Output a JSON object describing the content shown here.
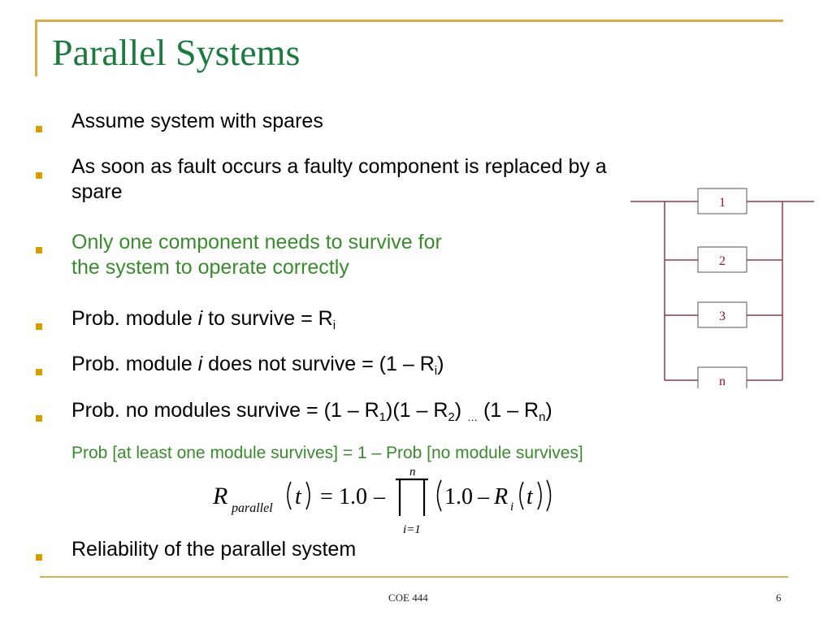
{
  "slide": {
    "title": "Parallel Systems",
    "bullets": [
      {
        "text": "Assume system with spares"
      },
      {
        "line1": "As soon as fault occurs a faulty component is replaced by a",
        "line2": "spare"
      },
      {
        "line1": "Only one component needs to survive for",
        "line2": "the system to operate correctly"
      },
      {
        "pre": "Prob. module ",
        "var": "i",
        "post": " to survive = R",
        "sub": "i"
      },
      {
        "pre": "Prob. module ",
        "var": "i",
        "post": " does not survive = (1 – R",
        "sub": "i",
        "end": ")"
      },
      {
        "p1": "Prob. no modules survive = (1 – R",
        "s1": "1",
        "p2": ")(1 – R",
        "s2": "2",
        "p3": ") ",
        "dots": "…",
        "p4": " (1 – R",
        "s3": "n",
        "p5": ")"
      },
      {
        "text": "Reliability of the parallel system"
      }
    ],
    "note": "Prob [at least one module survives] = 1 – Prob [no module survives]",
    "formula": {
      "R": "R",
      "parallel": "parallel",
      "t": "t",
      "eq": "=",
      "one": "1.0",
      "minus": "–",
      "prod_top": "n",
      "prod_bottom": "i=1",
      "inner_one": "1.0",
      "inner_minus": "–",
      "Ri": "R",
      "i": "i",
      "t2": "t"
    },
    "diagram": {
      "modules": [
        "1",
        "2",
        "3",
        "n"
      ],
      "line_color": "#8b3a4a",
      "box_text_color": "#8b1a2a"
    },
    "footer": {
      "course": "COE 444",
      "page": "6"
    },
    "colors": {
      "title": "#1c7a3e",
      "accent_rule": "#d4b04a",
      "bullet": "#d4a000",
      "green_text": "#3a8a2e"
    }
  }
}
